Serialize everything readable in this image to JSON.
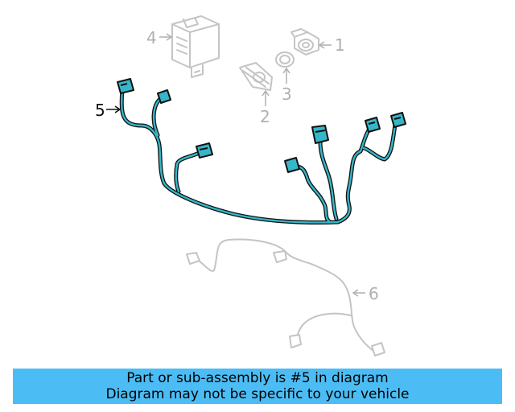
{
  "diagram": {
    "callouts": [
      {
        "id": "1",
        "label": "1"
      },
      {
        "id": "2",
        "label": "2"
      },
      {
        "id": "3",
        "label": "3"
      },
      {
        "id": "4",
        "label": "4"
      },
      {
        "id": "5",
        "label": "5"
      },
      {
        "id": "6",
        "label": "6"
      }
    ],
    "highlighted_part": "5"
  },
  "banner": {
    "line1": "Part or sub-assembly is #5 in diagram",
    "line2": "Diagram may not be specific to your vehicle"
  },
  "colors": {
    "banner_bg": "#4cbcf5",
    "harness_highlight": "#35b7c9",
    "ghost_gray": "#c4c4c4",
    "callout_gray": "#b0b0b0",
    "active_black": "#111111"
  }
}
